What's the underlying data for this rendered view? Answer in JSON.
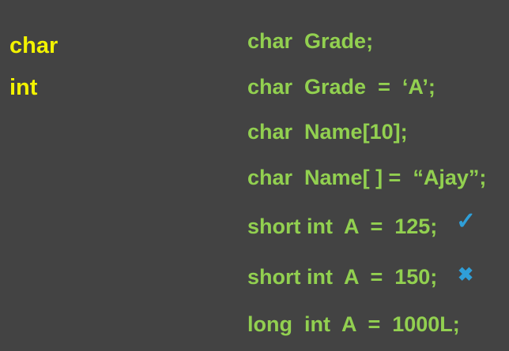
{
  "keywords": {
    "char": "char",
    "int": "int"
  },
  "code_lines": [
    "char  Grade;",
    "char  Grade  =  ‘A’;",
    "char  Name[10];",
    "char  Name[ ] =  “Ajay”;",
    "short int  A  =  125;",
    "short int  A  =  150;",
    "long  int  A  =  1000L;"
  ],
  "marks": {
    "valid": "✓",
    "invalid": "✖"
  },
  "colors": {
    "background": "#434343",
    "keyword": "#f2f200",
    "code": "#92d050",
    "mark": "#2f9fd8"
  },
  "icons": {
    "valid": "check-icon",
    "invalid": "cross-icon"
  }
}
